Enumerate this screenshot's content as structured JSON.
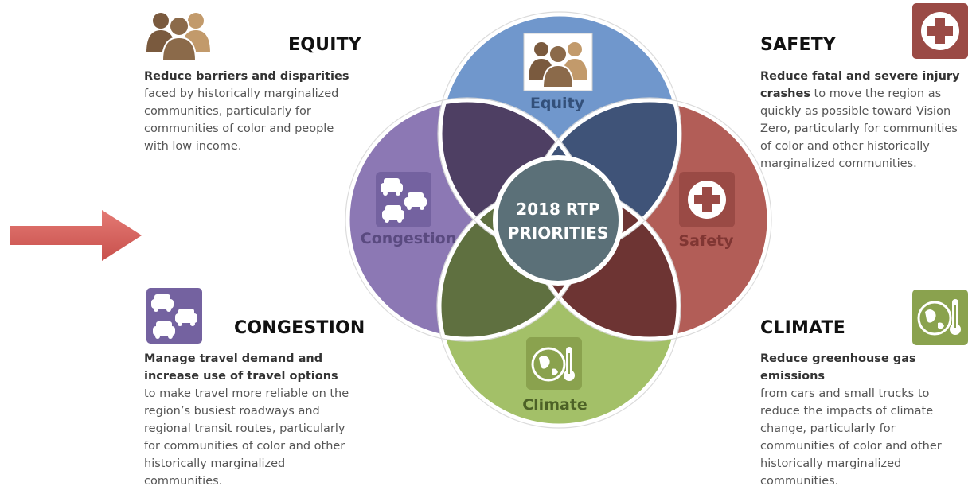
{
  "center": {
    "line1": "2018 RTP",
    "line2": "PRIORITIES"
  },
  "circles": {
    "equity": "Equity",
    "congestion": "Congestion",
    "safety": "Safety",
    "climate": "Climate"
  },
  "panels": {
    "equity": {
      "heading": "EQUITY",
      "bold": "Reduce barriers and disparities",
      "lines": [
        "faced by historically marginalized",
        "communities, particularly for",
        "communities of color and people",
        "with low income."
      ]
    },
    "safety": {
      "heading": "SAFETY",
      "bold_lines": [
        "Reduce fatal and severe injury",
        "crashes"
      ],
      "first_rest": " to move the region as",
      "lines": [
        "quickly as possible toward Vision",
        "Zero, particularly for communities",
        "of color and other historically",
        "marginalized communities."
      ]
    },
    "congestion": {
      "heading": "CONGESTION",
      "bold_lines": [
        "Manage travel demand and",
        "increase use of travel options"
      ],
      "lines": [
        "to make travel more reliable on the",
        "region’s busiest roadways and",
        "regional transit routes, particularly",
        "for communities of color and other",
        "historically marginalized",
        "communities."
      ]
    },
    "climate": {
      "heading": "CLIMATE",
      "bold": "Reduce greenhouse gas emissions",
      "lines": [
        "from cars and small trucks to",
        "reduce the impacts of climate",
        "change, particularly for",
        "communities of color and other",
        "historically marginalized",
        "communities."
      ]
    }
  },
  "icons": {
    "equity": "people-icon",
    "safety": "medical-cross-icon",
    "congestion": "cars-icon",
    "climate": "globe-thermometer-icon",
    "arrow": "right-arrow-icon"
  },
  "colors": {
    "equity": "#7097cc",
    "congestion": "#8c78b4",
    "safety": "#b25d57",
    "climate": "#a3c068",
    "center": "#5b7078",
    "arrow": "#d9625d",
    "people_brown": "#7a5a3e",
    "people_tan": "#c29a6b"
  }
}
